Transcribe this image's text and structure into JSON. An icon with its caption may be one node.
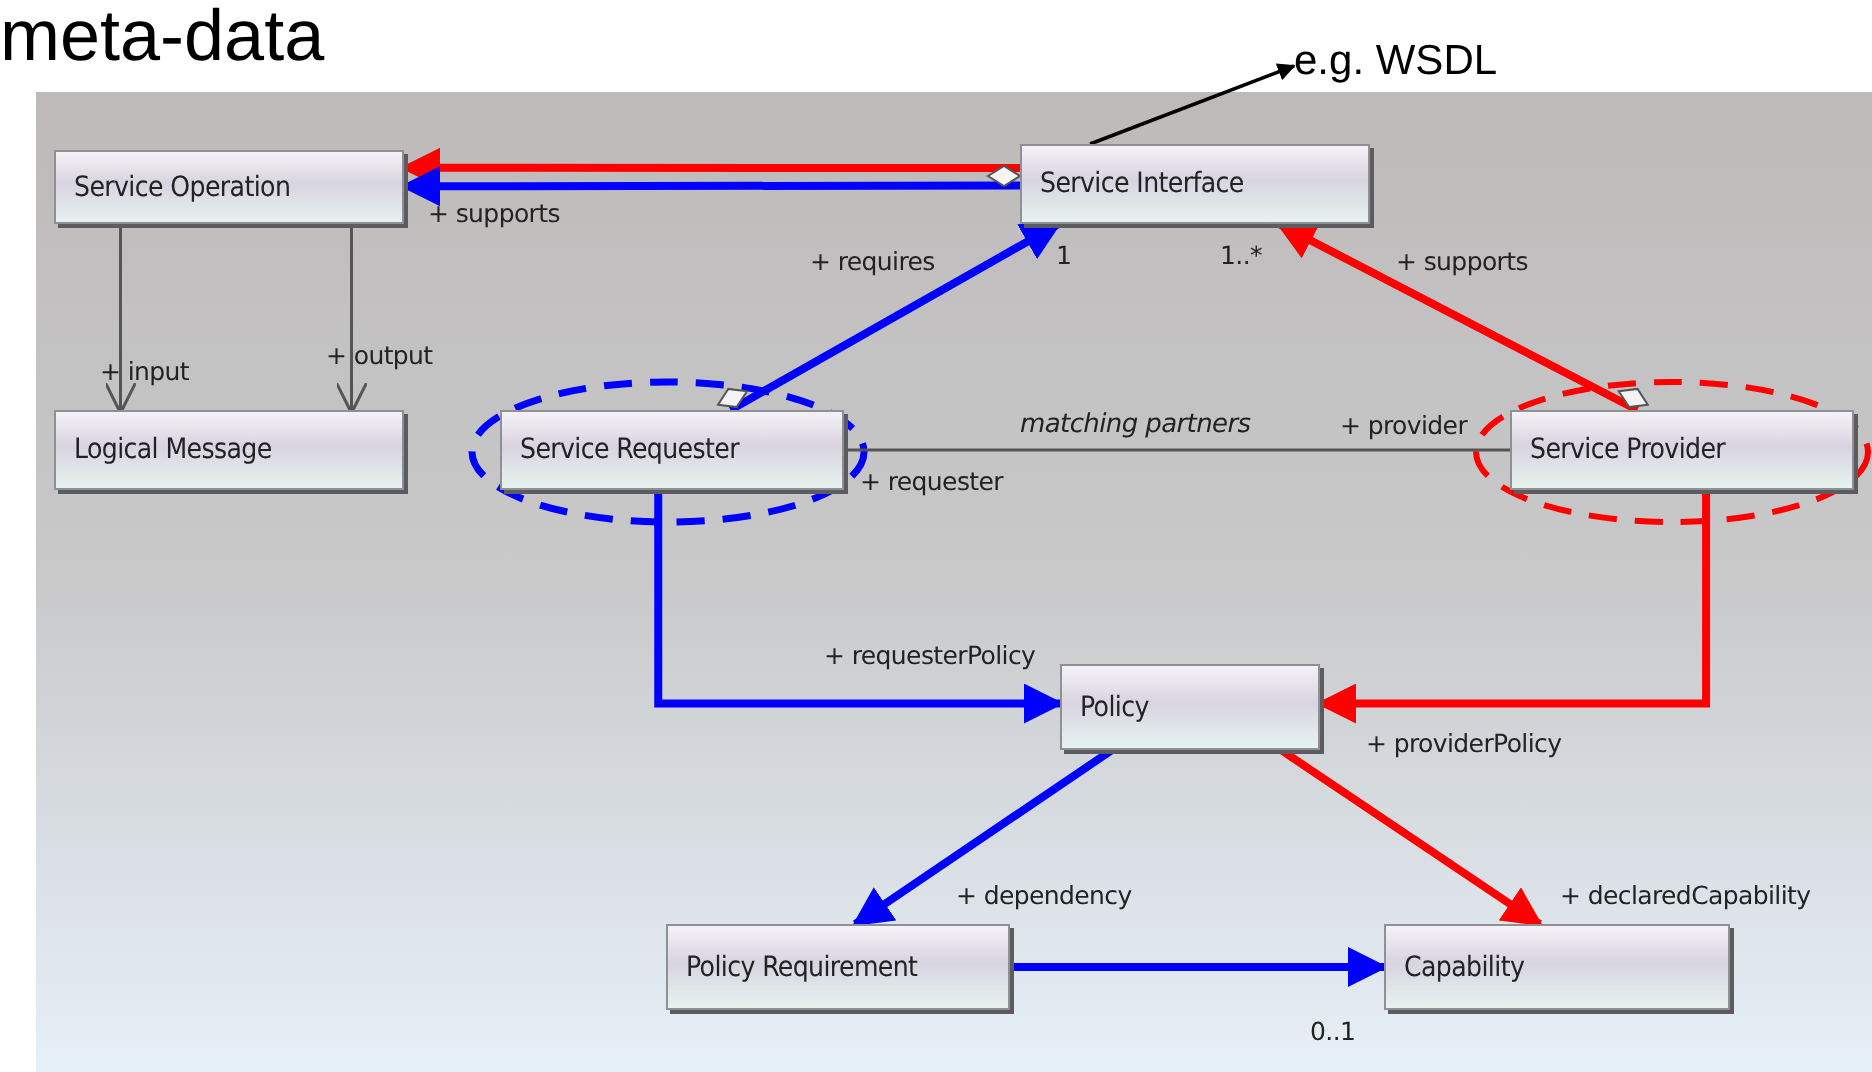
{
  "diagram": {
    "title": "meta-data",
    "nodes": [
      {
        "text": [
          "Service Operation"
        ]
      },
      {
        "text": [
          "Service Interface"
        ]
      },
      {
        "text": [
          "Logical Message"
        ]
      },
      {
        "text": [
          "Service Requester"
        ]
      },
      {
        "text": [
          "Service Provider"
        ]
      },
      {
        "text": [
          "Policy"
        ]
      },
      {
        "text": [
          "Policy Requirement"
        ]
      },
      {
        "text": [
          "Capability"
        ]
      },
      {
        "text": [
          "e.g. WSDL"
        ]
      }
    ],
    "edges": [
      {
        "from": 1,
        "to": 0,
        "arrow": "to",
        "color": "#ff0000"
      },
      {
        "from": 1,
        "to": 0,
        "arrow": "to",
        "label": "+ supports",
        "color": "#0000ff"
      },
      {
        "from": 0,
        "to": 2,
        "arrow": "to",
        "label": "+ input",
        "color": "#555555"
      },
      {
        "from": 0,
        "to": 2,
        "arrow": "to",
        "label": "+ output",
        "color": "#555555"
      },
      {
        "from": 3,
        "to": 1,
        "arrow": "to",
        "label": "+ requires",
        "color": "#0000ff"
      },
      {
        "from": 4,
        "to": 1,
        "arrow": "to",
        "label": "+ supports",
        "color": "#ff0000"
      },
      {
        "from": 3,
        "to": 4,
        "arrow": "none",
        "label": "matching partners",
        "color": "#555555"
      },
      {
        "from": 3,
        "to": 5,
        "arrow": "to",
        "label": "+ requesterPolicy",
        "color": "#0000ff"
      },
      {
        "from": 4,
        "to": 5,
        "arrow": "to",
        "label": "+ providerPolicy",
        "color": "#ff0000"
      },
      {
        "from": 5,
        "to": 6,
        "arrow": "to",
        "label": "+ dependency",
        "color": "#0000ff"
      },
      {
        "from": 5,
        "to": 7,
        "arrow": "to",
        "label": "+ declaredCapability",
        "color": "#ff0000"
      },
      {
        "from": 6,
        "to": 7,
        "arrow": "to",
        "color": "#0000ff"
      },
      {
        "from": 1,
        "to": 8,
        "arrow": "to",
        "color": "#000000"
      }
    ],
    "labels": [
      "1",
      "1..*",
      "+ provider",
      "+ requester",
      "0..1"
    ]
  }
}
